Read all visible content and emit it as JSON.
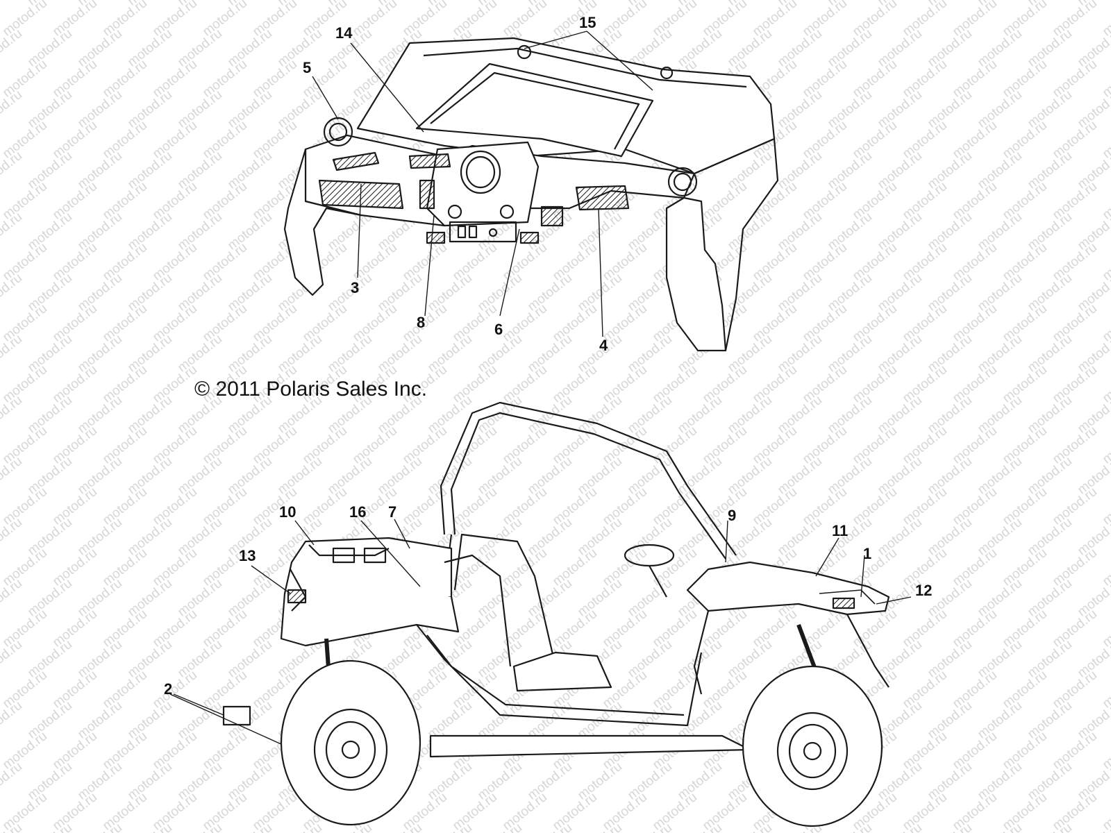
{
  "copyright": "© 2011 Polaris Sales Inc.",
  "watermark": "motod.ru",
  "colors": {
    "line": "#1a1a1a",
    "watermark": "#d6d6d6",
    "background": "#ffffff"
  },
  "callouts": {
    "c1": "1",
    "c2": "2",
    "c3": "3",
    "c4": "4",
    "c5": "5",
    "c6": "6",
    "c7": "7",
    "c8": "8",
    "c9": "9",
    "c10": "10",
    "c11": "11",
    "c12": "12",
    "c13": "13",
    "c14": "14",
    "c15": "15",
    "c16": "16"
  }
}
